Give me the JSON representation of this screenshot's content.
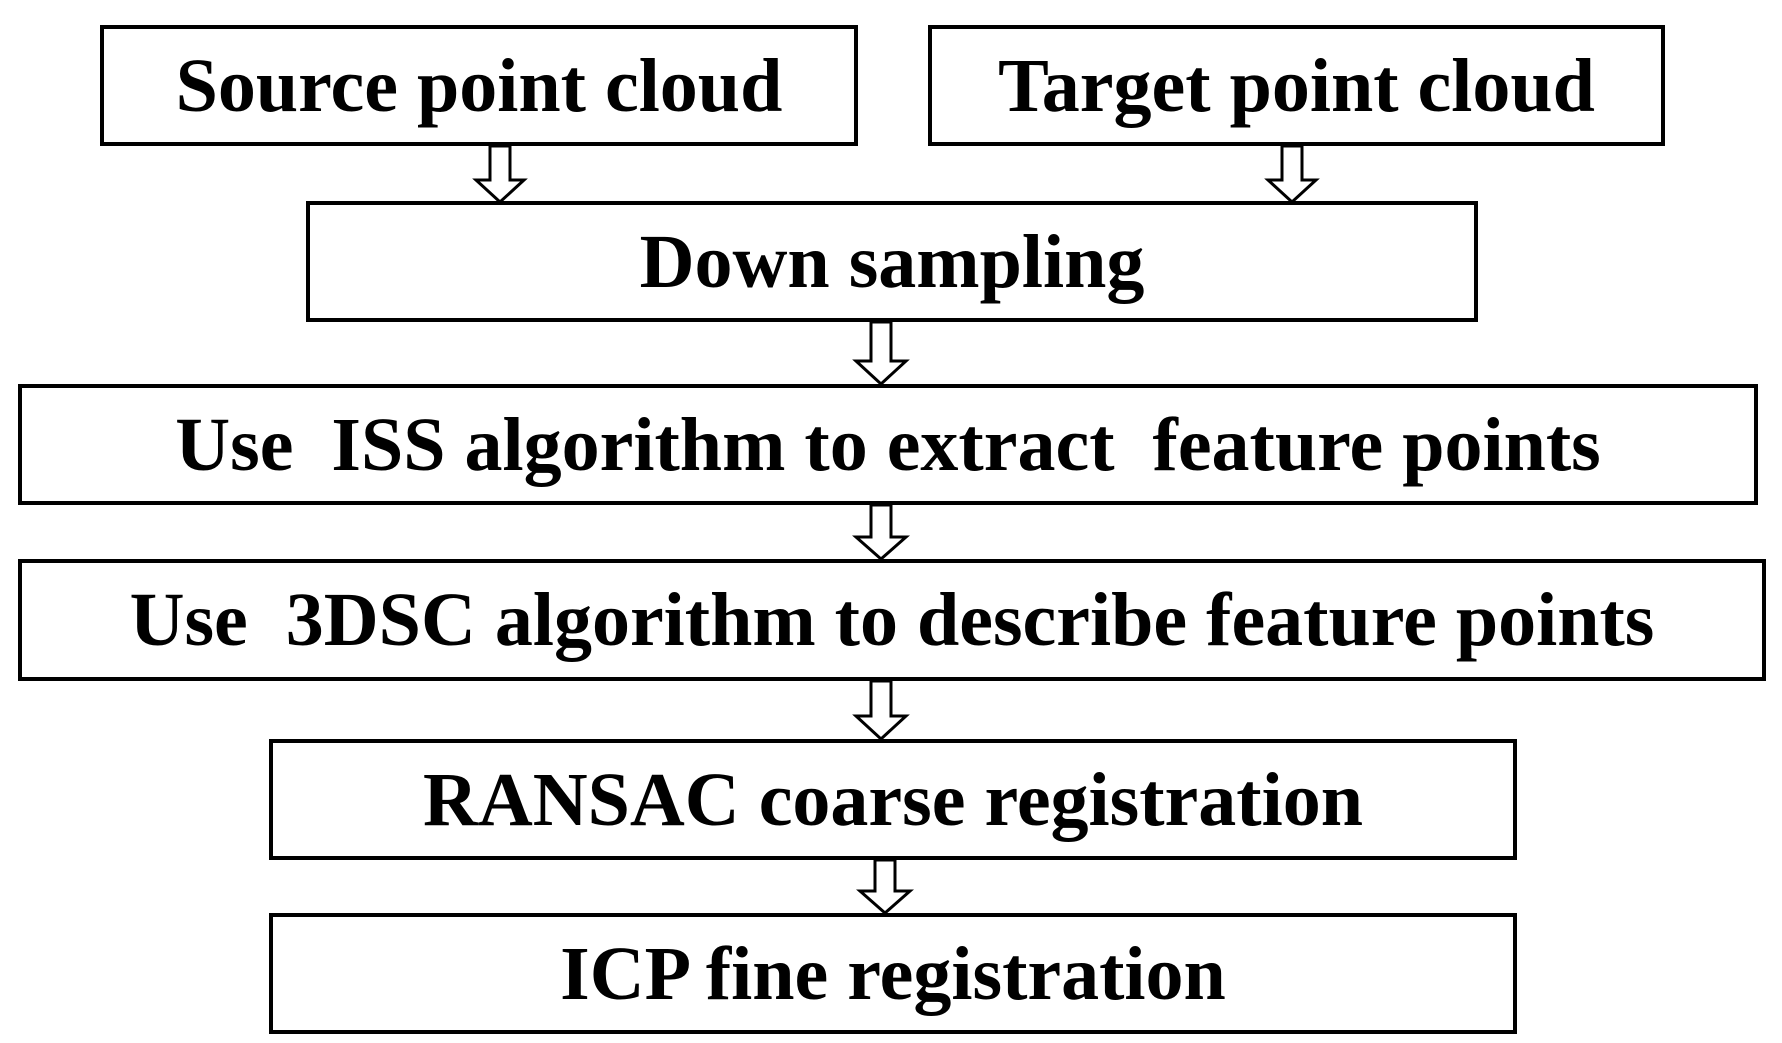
{
  "diagram": {
    "nodes": {
      "source": "Source point cloud",
      "target": "Target point cloud",
      "down_sampling": "Down sampling",
      "iss": "Use  ISS algorithm to extract  feature points",
      "dsc": "Use  3DSC algorithm to describe feature points",
      "ransac": "RANSAC coarse registration",
      "icp": "ICP fine registration"
    },
    "edges": [
      [
        "source",
        "down_sampling"
      ],
      [
        "target",
        "down_sampling"
      ],
      [
        "down_sampling",
        "iss"
      ],
      [
        "iss",
        "dsc"
      ],
      [
        "dsc",
        "ransac"
      ],
      [
        "ransac",
        "icp"
      ]
    ]
  }
}
